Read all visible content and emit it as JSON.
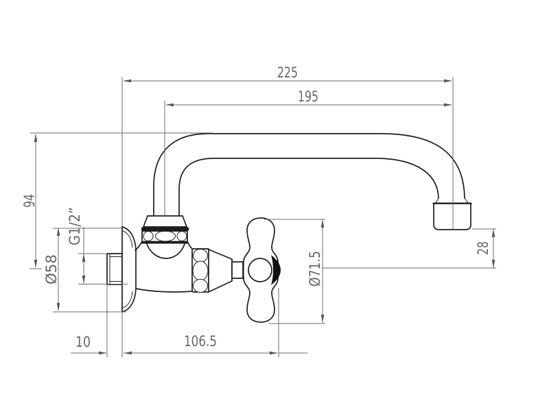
{
  "colors": {
    "background": "#ffffff",
    "line": "#1c1c1c",
    "dimension": "#6b6b6b",
    "text": "#666666",
    "handle_cap": "#111111"
  },
  "dims": {
    "overall_reach": "225",
    "spout_reach": "195",
    "height_above_axis": "94",
    "escutcheon_diameter": "Ø58",
    "thread_size": "G1/2”",
    "handle_diameter": "Ø71.5",
    "outlet_to_axis": "28",
    "thread_projection": "10",
    "wall_to_handle_end": "106.5"
  }
}
